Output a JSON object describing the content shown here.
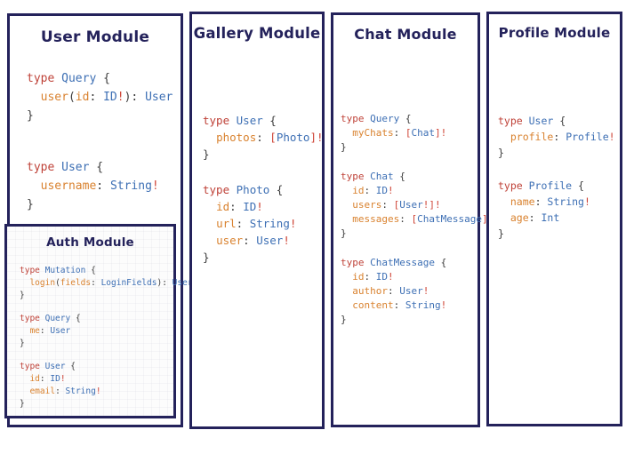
{
  "colors": {
    "navy": "#24225b",
    "keyword": "#bf4238",
    "type": "#3d6fb4",
    "field": "#d9822f",
    "punct": "#3c3c3c",
    "red": "#cf4436"
  },
  "modules": [
    {
      "title": "User Module",
      "blocks": [
        [
          [
            [
              "k",
              "type "
            ],
            [
              "t",
              "Query "
            ],
            [
              "p",
              "{"
            ]
          ],
          [
            [
              "p",
              "  "
            ],
            [
              "f",
              "user"
            ],
            [
              "p",
              "("
            ],
            [
              "f",
              "id"
            ],
            [
              "p",
              ": "
            ],
            [
              "t",
              "ID"
            ],
            [
              "r",
              "!"
            ],
            [
              "p",
              "): "
            ],
            [
              "t",
              "User"
            ]
          ],
          [
            [
              "p",
              "}"
            ]
          ]
        ],
        [
          [
            [
              "k",
              "type "
            ],
            [
              "t",
              "User "
            ],
            [
              "p",
              "{"
            ]
          ],
          [
            [
              "p",
              "  "
            ],
            [
              "f",
              "username"
            ],
            [
              "p",
              ": "
            ],
            [
              "t",
              "String"
            ],
            [
              "r",
              "!"
            ]
          ],
          [
            [
              "p",
              "}"
            ]
          ]
        ]
      ],
      "sub": {
        "title": "Auth Module",
        "blocks": [
          [
            [
              [
                "k",
                "type "
              ],
              [
                "t",
                "Mutation "
              ],
              [
                "p",
                "{"
              ]
            ],
            [
              [
                "p",
                "  "
              ],
              [
                "f",
                "login"
              ],
              [
                "p",
                "("
              ],
              [
                "f",
                "fields"
              ],
              [
                "p",
                ": "
              ],
              [
                "t",
                "LoginFields"
              ],
              [
                "p",
                "): "
              ],
              [
                "t",
                "User"
              ]
            ],
            [
              [
                "p",
                "}"
              ]
            ]
          ],
          [
            [
              [
                "k",
                "type "
              ],
              [
                "t",
                "Query "
              ],
              [
                "p",
                "{"
              ]
            ],
            [
              [
                "p",
                "  "
              ],
              [
                "f",
                "me"
              ],
              [
                "p",
                ": "
              ],
              [
                "t",
                "User"
              ]
            ],
            [
              [
                "p",
                "}"
              ]
            ]
          ],
          [
            [
              [
                "k",
                "type "
              ],
              [
                "t",
                "User "
              ],
              [
                "p",
                "{"
              ]
            ],
            [
              [
                "p",
                "  "
              ],
              [
                "f",
                "id"
              ],
              [
                "p",
                ": "
              ],
              [
                "t",
                "ID"
              ],
              [
                "r",
                "!"
              ]
            ],
            [
              [
                "p",
                "  "
              ],
              [
                "f",
                "email"
              ],
              [
                "p",
                ": "
              ],
              [
                "t",
                "String"
              ],
              [
                "r",
                "!"
              ]
            ],
            [
              [
                "p",
                "}"
              ]
            ]
          ]
        ]
      }
    },
    {
      "title": "Gallery Module",
      "blocks": [
        [
          [
            [
              "k",
              "type "
            ],
            [
              "t",
              "User "
            ],
            [
              "p",
              "{"
            ]
          ],
          [
            [
              "p",
              "  "
            ],
            [
              "f",
              "photos"
            ],
            [
              "p",
              ": "
            ],
            [
              "r",
              "["
            ],
            [
              "t",
              "Photo"
            ],
            [
              "r",
              "]!"
            ]
          ],
          [
            [
              "p",
              "}"
            ]
          ]
        ],
        [
          [
            [
              "k",
              "type "
            ],
            [
              "t",
              "Photo "
            ],
            [
              "p",
              "{"
            ]
          ],
          [
            [
              "p",
              "  "
            ],
            [
              "f",
              "id"
            ],
            [
              "p",
              ": "
            ],
            [
              "t",
              "ID"
            ],
            [
              "r",
              "!"
            ]
          ],
          [
            [
              "p",
              "  "
            ],
            [
              "f",
              "url"
            ],
            [
              "p",
              ": "
            ],
            [
              "t",
              "String"
            ],
            [
              "r",
              "!"
            ]
          ],
          [
            [
              "p",
              "  "
            ],
            [
              "f",
              "user"
            ],
            [
              "p",
              ": "
            ],
            [
              "t",
              "User"
            ],
            [
              "r",
              "!"
            ]
          ],
          [
            [
              "p",
              "}"
            ]
          ]
        ]
      ]
    },
    {
      "title": "Chat Module",
      "blocks": [
        [
          [
            [
              "k",
              "type "
            ],
            [
              "t",
              "Query "
            ],
            [
              "p",
              "{"
            ]
          ],
          [
            [
              "p",
              "  "
            ],
            [
              "f",
              "myChats"
            ],
            [
              "p",
              ": "
            ],
            [
              "r",
              "["
            ],
            [
              "t",
              "Chat"
            ],
            [
              "r",
              "]!"
            ]
          ],
          [
            [
              "p",
              "}"
            ]
          ]
        ],
        [
          [
            [
              "k",
              "type "
            ],
            [
              "t",
              "Chat "
            ],
            [
              "p",
              "{"
            ]
          ],
          [
            [
              "p",
              "  "
            ],
            [
              "f",
              "id"
            ],
            [
              "p",
              ": "
            ],
            [
              "t",
              "ID"
            ],
            [
              "r",
              "!"
            ]
          ],
          [
            [
              "p",
              "  "
            ],
            [
              "f",
              "users"
            ],
            [
              "p",
              ": "
            ],
            [
              "r",
              "["
            ],
            [
              "t",
              "User"
            ],
            [
              "r",
              "!]!"
            ]
          ],
          [
            [
              "p",
              "  "
            ],
            [
              "f",
              "messages"
            ],
            [
              "p",
              ": "
            ],
            [
              "r",
              "["
            ],
            [
              "t",
              "ChatMessage"
            ],
            [
              "r",
              "]!"
            ]
          ],
          [
            [
              "p",
              "}"
            ]
          ]
        ],
        [
          [
            [
              "k",
              "type "
            ],
            [
              "t",
              "ChatMessage "
            ],
            [
              "p",
              "{"
            ]
          ],
          [
            [
              "p",
              "  "
            ],
            [
              "f",
              "id"
            ],
            [
              "p",
              ": "
            ],
            [
              "t",
              "ID"
            ],
            [
              "r",
              "!"
            ]
          ],
          [
            [
              "p",
              "  "
            ],
            [
              "f",
              "author"
            ],
            [
              "p",
              ": "
            ],
            [
              "t",
              "User"
            ],
            [
              "r",
              "!"
            ]
          ],
          [
            [
              "p",
              "  "
            ],
            [
              "f",
              "content"
            ],
            [
              "p",
              ": "
            ],
            [
              "t",
              "String"
            ],
            [
              "r",
              "!"
            ]
          ],
          [
            [
              "p",
              "}"
            ]
          ]
        ]
      ]
    },
    {
      "title": "Profile Module",
      "blocks": [
        [
          [
            [
              "k",
              "type "
            ],
            [
              "t",
              "User "
            ],
            [
              "p",
              "{"
            ]
          ],
          [
            [
              "p",
              "  "
            ],
            [
              "f",
              "profile"
            ],
            [
              "p",
              ": "
            ],
            [
              "t",
              "Profile"
            ],
            [
              "r",
              "!"
            ]
          ],
          [
            [
              "p",
              "}"
            ]
          ]
        ],
        [
          [
            [
              "k",
              "type "
            ],
            [
              "t",
              "Profile "
            ],
            [
              "p",
              "{"
            ]
          ],
          [
            [
              "p",
              "  "
            ],
            [
              "f",
              "name"
            ],
            [
              "p",
              ": "
            ],
            [
              "t",
              "String"
            ],
            [
              "r",
              "!"
            ]
          ],
          [
            [
              "p",
              "  "
            ],
            [
              "f",
              "age"
            ],
            [
              "p",
              ": "
            ],
            [
              "t",
              "Int"
            ]
          ],
          [
            [
              "p",
              "}"
            ]
          ]
        ]
      ]
    }
  ]
}
